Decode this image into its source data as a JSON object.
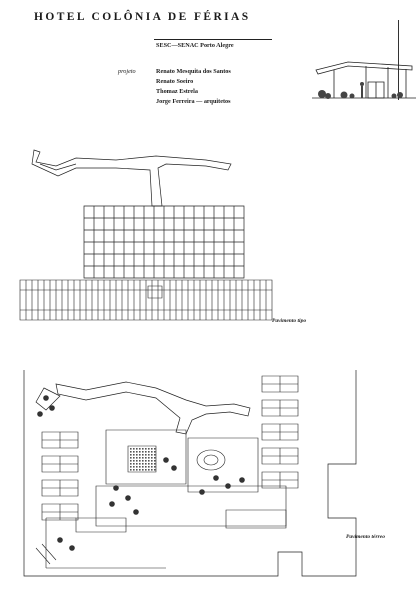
{
  "header": {
    "title": "HOTEL COLÔNIA DE FÉRIAS"
  },
  "credits": {
    "organization": "SESC—SENAC Porto Alegre",
    "role_label": "projeto",
    "names": [
      "Renato Mesquita dos Santos",
      "Renato Soeiro",
      "Thomaz Estrela",
      "Jorge Ferreira — arquitetos"
    ]
  },
  "captions": {
    "typical_floor": "Pavimento tipo",
    "ground_floor": "Pavimento térreo"
  }
}
